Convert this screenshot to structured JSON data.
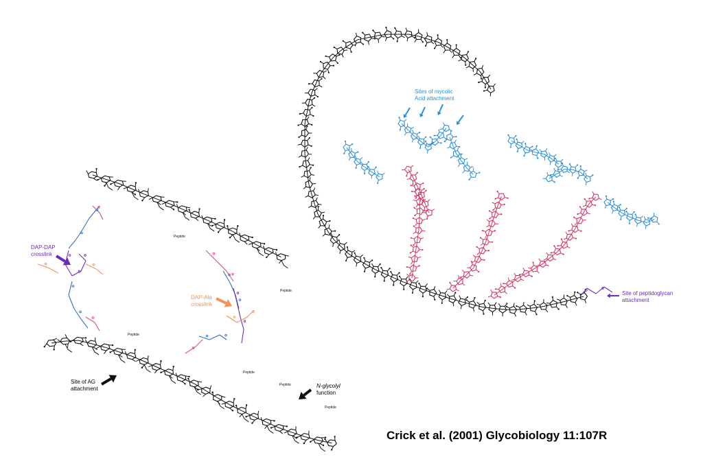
{
  "colors": {
    "black": "#111111",
    "mycolic_blue": "#2a8fd6",
    "arabinan_red": "#d6335b",
    "peptidoglycan_purple": "#6a2bc0",
    "dap_ala_orange": "#f0925a",
    "peptide_blue": "#2f6fc4",
    "pink": "#e0477a"
  },
  "arabinogalactan": {
    "mycolic_label_1": "Sites of mycolic",
    "mycolic_label_2": "Acid attachment",
    "pg_site_label_1": "Site of peptidoglycan",
    "pg_site_label_2": "attachment"
  },
  "peptidoglycan": {
    "dap_dap_1": "DAP-DAP",
    "dap_dap_2": "crosslink",
    "dap_ala_1": "DAP-Ala",
    "dap_ala_2": "crosslink",
    "ag_site_1": "Site of AG",
    "ag_site_2": "attachment",
    "nglycolyl_1": "N-glycolyl",
    "nglycolyl_2": "function",
    "peptide": "Peptide"
  },
  "citation": "Crick et al. (2001) Glycobiology 11:107R"
}
